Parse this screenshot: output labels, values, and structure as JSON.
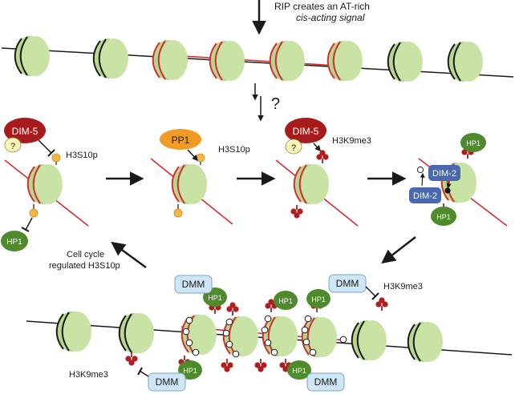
{
  "colors": {
    "nucleosome_fill": "#c9e3a4",
    "nucleosome_dark": "#9fc57a",
    "dna_plain": "#1a1a1a",
    "dna_marked": "#d32f2f",
    "dim5": "#a61c1c",
    "pp1": "#ef9b25",
    "hp1": "#4f8a2c",
    "dim2": "#4a68b0",
    "dmm_fill": "#cfe6f7",
    "dmm_stroke": "#7aa6c8",
    "phospho": "#f4b84a",
    "question": "#fff6b8",
    "methyl": "#b01e1e"
  },
  "labels": {
    "rip_line1": "RIP creates an AT-rich",
    "rip_line2": "cis-acting signal",
    "question_mark": "?",
    "dim5": "DIM-5",
    "pp1": "PP1",
    "hp1": "HP1",
    "dim2": "DIM-2",
    "dmm": "DMM",
    "h3s10p": "H3S10p",
    "h3k9me3": "H3K9me3",
    "cycle_line1": "Cell cycle",
    "cycle_line2": "regulated H3S10p"
  },
  "icons": [
    "down-arrow-icon",
    "right-arrow-icon",
    "diagonal-arrow-icon",
    "inhibition-bar-icon",
    "methyl-cluster-icon",
    "phospho-circle-icon"
  ]
}
